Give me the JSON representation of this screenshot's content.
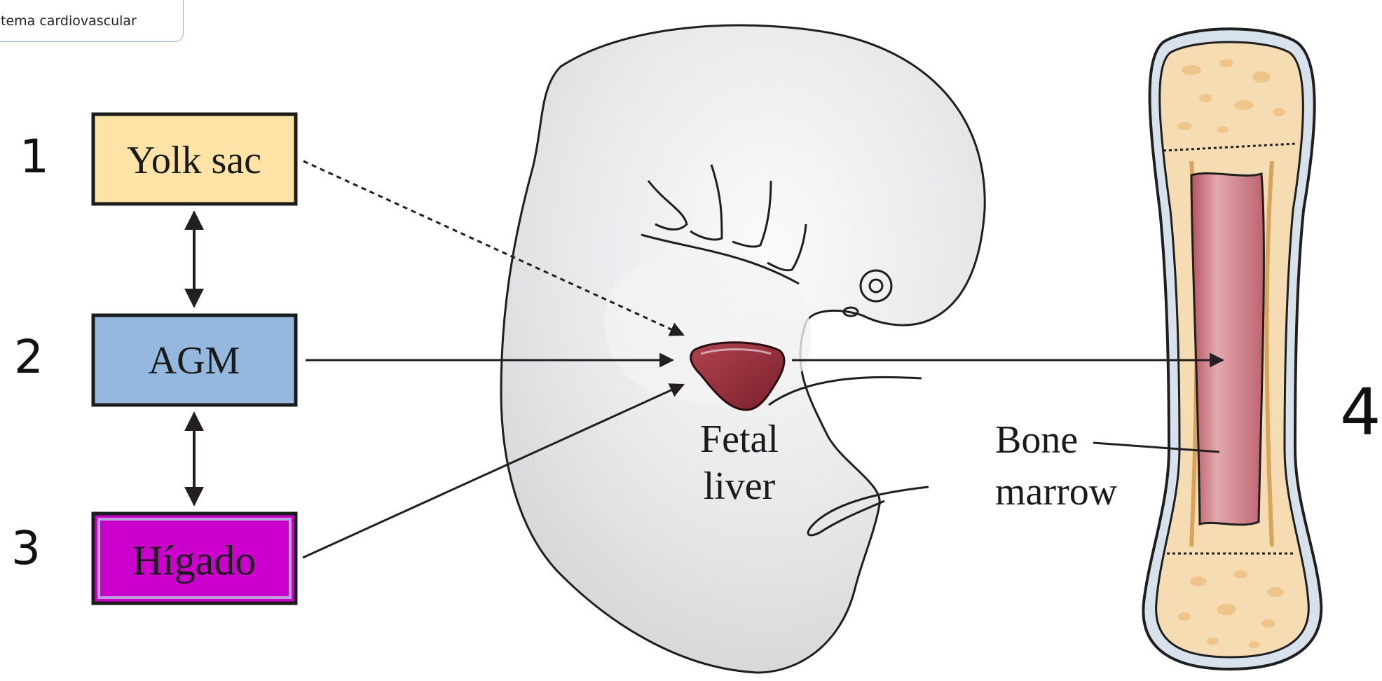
{
  "tag": {
    "text": "tema cardiovascular"
  },
  "sources": [
    {
      "number": "1",
      "label": "Yolk sac",
      "fill": "#fde4a6"
    },
    {
      "number": "2",
      "label": "AGM",
      "fill": "#95b8de"
    },
    {
      "number": "3",
      "label": "Hígado",
      "fill": "#cc00cc"
    }
  ],
  "labels": {
    "fetal_liver": [
      "Fetal",
      "liver"
    ],
    "bone_marrow": [
      "Bone",
      "marrow"
    ],
    "side_number": "4"
  },
  "colors": {
    "embryo": "#e4e5e6",
    "liver": "#8e2a35",
    "bone": "#f6dcb2",
    "marrow": "#c9737d",
    "arrow": "#231f20"
  }
}
